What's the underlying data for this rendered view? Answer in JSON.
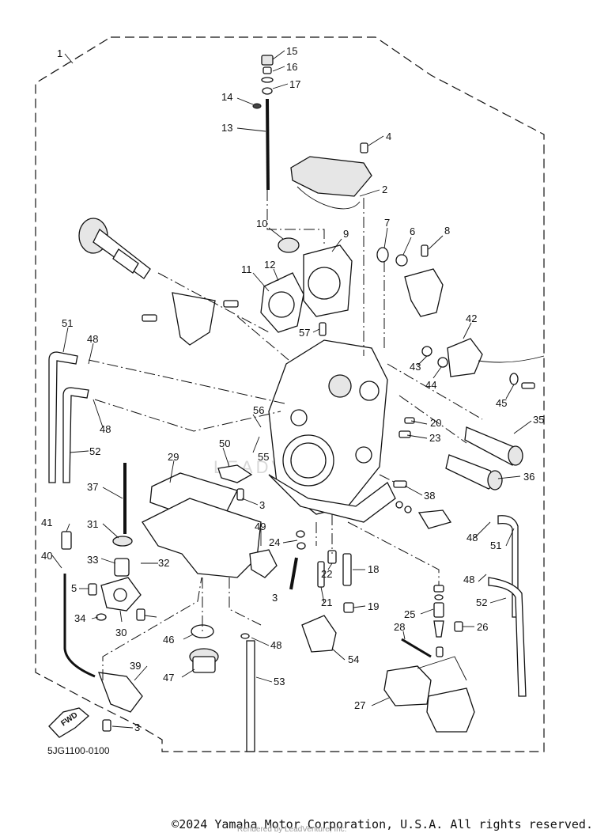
{
  "diagram": {
    "code": "5JG1100-0100",
    "fwd_label": "FWD",
    "brand_watermark": "LEADVENTURE",
    "callouts": [
      "1",
      "15",
      "16",
      "17",
      "14",
      "13",
      "4",
      "2",
      "7",
      "6",
      "8",
      "10",
      "9",
      "11",
      "12",
      "57",
      "42",
      "43",
      "44",
      "45",
      "51",
      "48",
      "48",
      "56",
      "55",
      "20",
      "23",
      "35",
      "36",
      "52",
      "50",
      "29",
      "3",
      "37",
      "38",
      "31",
      "49",
      "24",
      "41",
      "33",
      "32",
      "40",
      "22",
      "18",
      "5",
      "34",
      "30",
      "3",
      "21",
      "19",
      "25",
      "26",
      "46",
      "48",
      "28",
      "54",
      "47",
      "53",
      "39",
      "27",
      "3",
      "51",
      "48",
      "52",
      "48"
    ]
  },
  "footer": {
    "copyright": "©2024 Yamaha Motor Corporation, U.S.A. All rights reserved.",
    "rendered_by": "Rendered by LeadVenture, Inc."
  }
}
